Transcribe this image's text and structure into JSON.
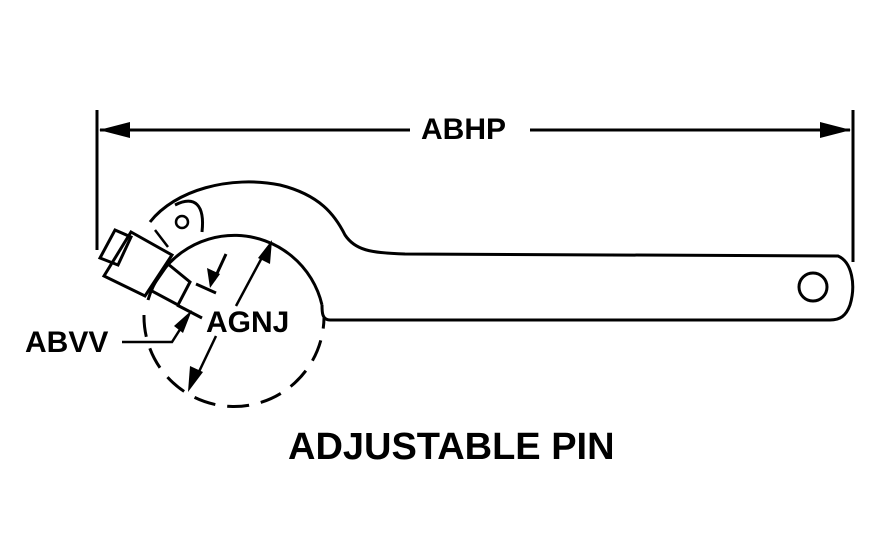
{
  "labels": {
    "overall_length": "ABHP",
    "pin_diameter": "ABVV",
    "hook_diameter": "AGNJ"
  },
  "title": "ADJUSTABLE PIN"
}
